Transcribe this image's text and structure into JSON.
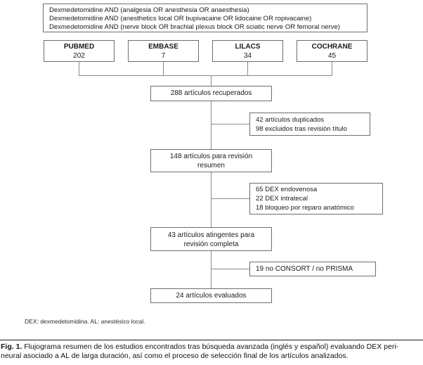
{
  "colors": {
    "background": "#ffffff",
    "box_border": "#6e6e6e",
    "connector_line": "#8a8a8a",
    "text": "#1a1a1a"
  },
  "figure": {
    "search_box": {
      "lines": [
        "Dexmedetomidine AND (analgesia OR anesthesia OR anaesthesia)",
        "Dexmedetomidine AND (anesthetics local OR bupivacaine OR lidocaine OR ropivacaine)",
        "Dexmedetomidine AND (nerve block OR brachial plexus block OR sciatic nerve OR femoral nerve)"
      ]
    },
    "databases": [
      {
        "name": "PUBMED",
        "count": "202"
      },
      {
        "name": "EMBASE",
        "count": "7"
      },
      {
        "name": "LILACS",
        "count": "34"
      },
      {
        "name": "COCHRANE",
        "count": "45"
      }
    ],
    "flow": {
      "retrieved": "288 artículos recuperados",
      "excluded_after_title": {
        "lines": [
          "42 artículos duplicados",
          "98 excluidos tras revisión título"
        ]
      },
      "abstract_review": {
        "lines": [
          "148 artículos para revisión",
          "resumen"
        ]
      },
      "excluded_after_abstract": {
        "lines": [
          "65 DEX endovenosa",
          "22 DEX intratecal",
          "18 bloqueo por reparo anatómico"
        ]
      },
      "full_text_review": {
        "lines": [
          "43 artículos atingentes para",
          "revisión completa"
        ]
      },
      "excluded_no_guidelines": "19 no CONSORT / no PRISMA",
      "evaluated": "24 artículos evaluados"
    },
    "footnote": "DEX: dexmedetomidina. AL: anestésico local.",
    "caption": {
      "label": "Fig. 1.",
      "line1": "Flujograma resumen de los estudios encontrados tras búsqueda avanzada (inglés y español) evaluando DEX peri-",
      "line2": "neural asociado a AL de larga duración, así como el proceso de selección final de los artículos analizados."
    }
  }
}
